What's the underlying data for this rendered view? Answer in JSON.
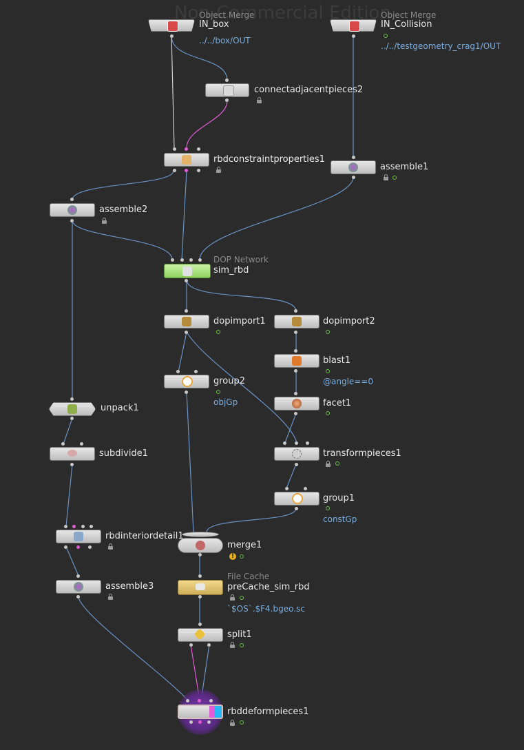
{
  "watermark": "Non-Commercial Edition",
  "nodes": {
    "in_box": {
      "name": "IN_box",
      "type": "Object Merge",
      "path": "../../box/OUT"
    },
    "in_collision": {
      "name": "IN_Collision",
      "type": "Object Merge",
      "path": "../../testgeometry_crag1/OUT"
    },
    "connectadjacentpieces2": {
      "name": "connectadjacentpieces2"
    },
    "rbdconstraintproperties1": {
      "name": "rbdconstraintproperties1"
    },
    "assemble1": {
      "name": "assemble1"
    },
    "assemble2": {
      "name": "assemble2"
    },
    "sim_rbd": {
      "name": "sim_rbd",
      "type": "DOP Network"
    },
    "dopimport1": {
      "name": "dopimport1"
    },
    "dopimport2": {
      "name": "dopimport2"
    },
    "blast1": {
      "name": "blast1",
      "param": "@angle==0"
    },
    "group2": {
      "name": "group2",
      "param": "objGp"
    },
    "facet1": {
      "name": "facet1"
    },
    "unpack1": {
      "name": "unpack1"
    },
    "transformpieces1": {
      "name": "transformpieces1"
    },
    "subdivide1": {
      "name": "subdivide1"
    },
    "group1": {
      "name": "group1",
      "param": "constGp"
    },
    "rbdinteriordetail1": {
      "name": "rbdinteriordetail1"
    },
    "merge1": {
      "name": "merge1",
      "warning": "!"
    },
    "assemble3": {
      "name": "assemble3"
    },
    "precache_sim_rbd": {
      "name": "preCache_sim_rbd",
      "type": "File Cache",
      "path": "`$OS`.$F4.bgeo.sc"
    },
    "split1": {
      "name": "split1"
    },
    "rbddeformpieces1": {
      "name": "rbddeformpieces1"
    }
  },
  "colors": {
    "background": "#2b2b2b",
    "wire": "#6a93c4",
    "wire_white": "#cfcfcf",
    "wire_pink": "#e35bd6",
    "param_text": "#7aaee0",
    "dop_node": "#a6e37e",
    "file_node": "#e8c770",
    "display_flag": "#b048c8"
  }
}
